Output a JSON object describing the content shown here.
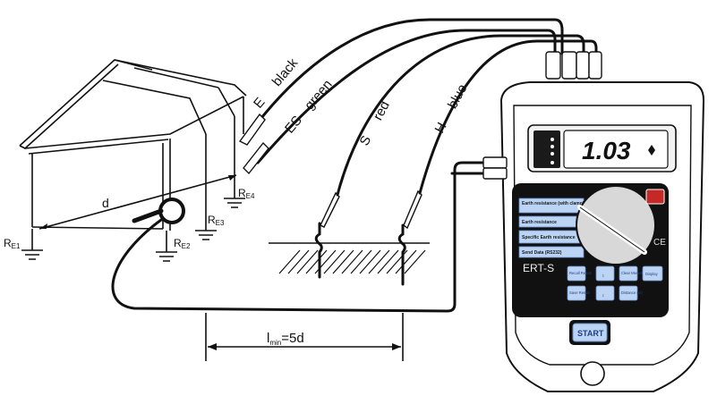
{
  "building_labels": {
    "distance": "d",
    "re1": "E1",
    "re2": "E2",
    "re3": "E3",
    "re4": "E4",
    "r_prefix": "R"
  },
  "spacing_label": {
    "l": "l",
    "sub": "min",
    "value": "=5d"
  },
  "cables": [
    {
      "terminal": "E",
      "color": "black"
    },
    {
      "terminal": "ES",
      "color": "green"
    },
    {
      "terminal": "S",
      "color": "red"
    },
    {
      "terminal": "H",
      "color": "blue"
    }
  ],
  "device": {
    "display_value": "1.03",
    "model": "ERT-S",
    "start_label": "START",
    "display_button": "Display",
    "mode_labels": [
      "Earth resistance (with clamp)",
      "Earth resistance",
      "Specific Earth resistance",
      "Send Data (RS232)"
    ],
    "keys": {
      "recall": "Recall Result",
      "save": "Save Result",
      "clear": "Clear Memory",
      "distance": "Distance (m)",
      "up": "⇧",
      "down": "⇩"
    },
    "ce_mark": "CE"
  }
}
